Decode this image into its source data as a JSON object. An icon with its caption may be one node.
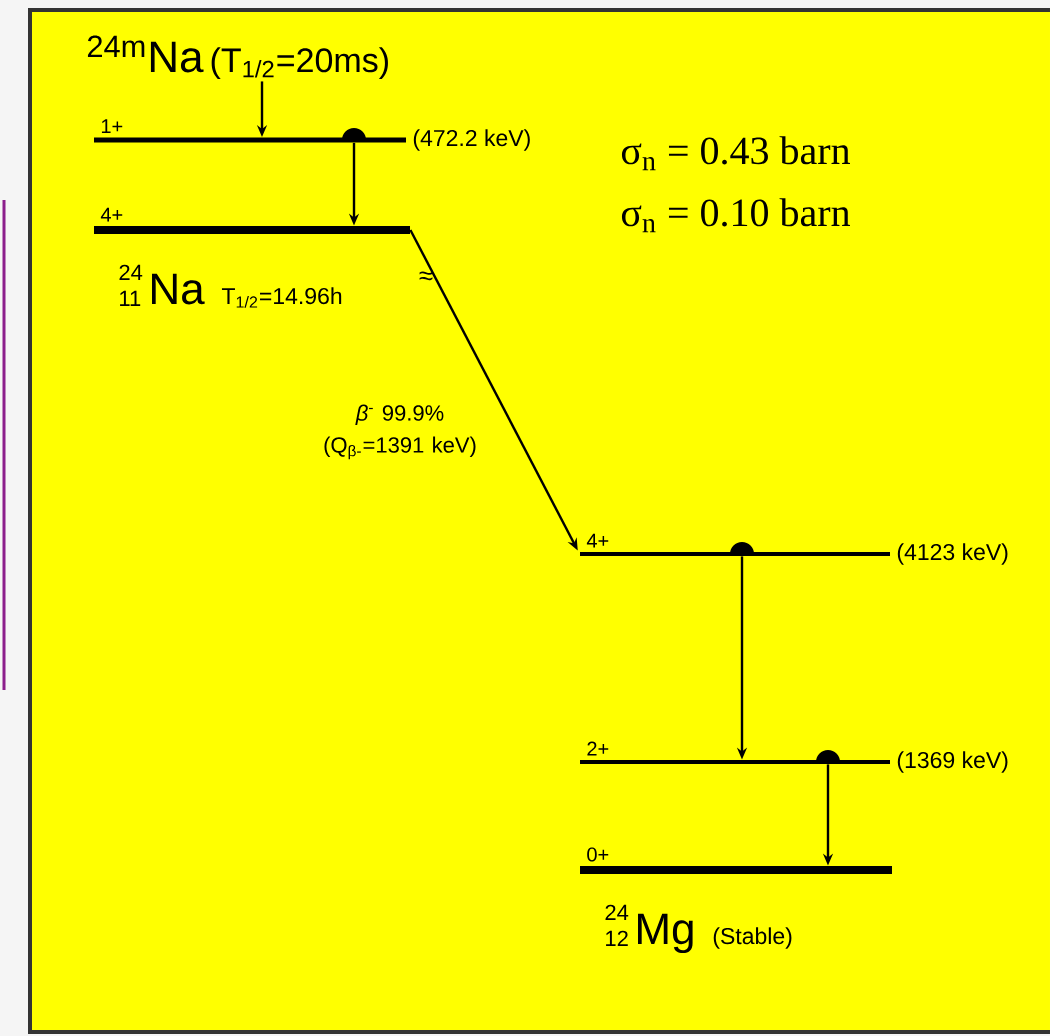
{
  "diagram": {
    "nodes": [
      {
        "text": [
          "$^{24m}$Na",
          "(T$_{1/2}$=20ms)"
        ]
      },
      {
        "text": [],
        "shape": "bar",
        "beside": [
          "1+",
          "(472.2 keV)"
        ]
      },
      {
        "text": [],
        "shape": "bar",
        "beside": [
          "4+",
          "24",
          "11",
          "Na",
          "T$_{1/2}$=14.96h"
        ]
      },
      {
        "text": [],
        "shape": "bar",
        "beside": [
          "4+",
          "(4123 keV)"
        ]
      },
      {
        "text": [],
        "shape": "bar",
        "beside": [
          "2+",
          "(1369 keV)"
        ]
      },
      {
        "text": [],
        "shape": "bar",
        "beside": [
          "0+",
          "24",
          "12",
          "Mg",
          "(Stable)"
        ]
      }
    ],
    "edges": [
      {
        "from": 0,
        "to": 1,
        "arrow": "to"
      },
      {
        "from": 1,
        "to": 2,
        "arrow": "to"
      },
      {
        "from": 2,
        "to": 3,
        "arrow": "to",
        "label": "*β*$^{-}$ 99.9% (Q$_{β-}$=1391 keV)"
      },
      {
        "from": 3,
        "to": 4,
        "arrow": "to"
      },
      {
        "from": 4,
        "to": 5,
        "arrow": "to"
      }
    ],
    "labels": [
      "σ$_{n}$ = 0.43 barn",
      "σ$_{n}$ = 0.10 barn",
      "≈"
    ]
  }
}
